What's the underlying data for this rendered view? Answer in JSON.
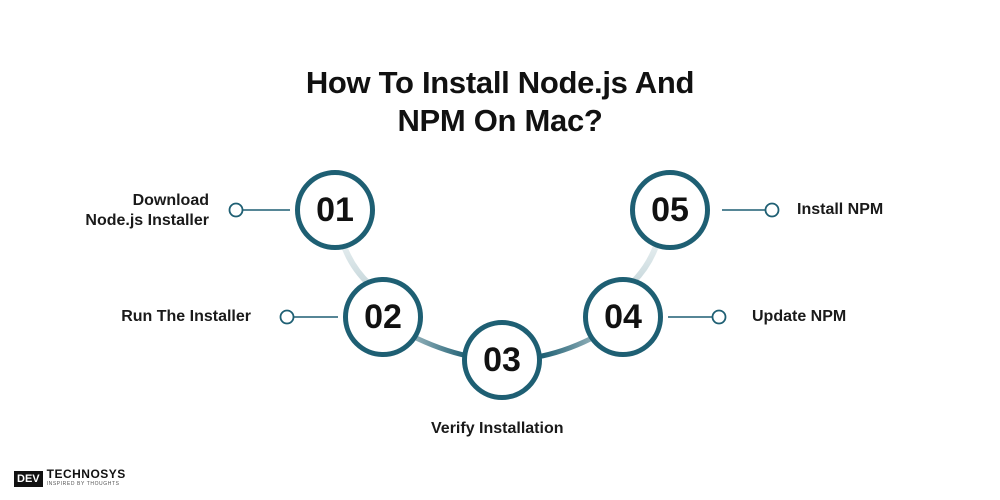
{
  "title": {
    "line1": "How To Install Node.js And",
    "line2": "NPM On Mac?"
  },
  "steps": [
    {
      "number": "01",
      "label_line1": "Download",
      "label_line2": "Node.js Installer"
    },
    {
      "number": "02",
      "label_line1": "Run The Installer"
    },
    {
      "number": "03",
      "label_line1": "Verify Installation"
    },
    {
      "number": "04",
      "label_line1": "Update NPM"
    },
    {
      "number": "05",
      "label_line1": "Install NPM"
    }
  ],
  "brand": {
    "mark": "DEV",
    "name": "TECHNOSYS",
    "tagline": "INSPIRED BY THOUGHTS"
  },
  "colors": {
    "node_ring": "#1e5f73",
    "arc_dark": "#1e5f73",
    "arc_light": "#dde8ea",
    "connector": "#1e5f73"
  }
}
